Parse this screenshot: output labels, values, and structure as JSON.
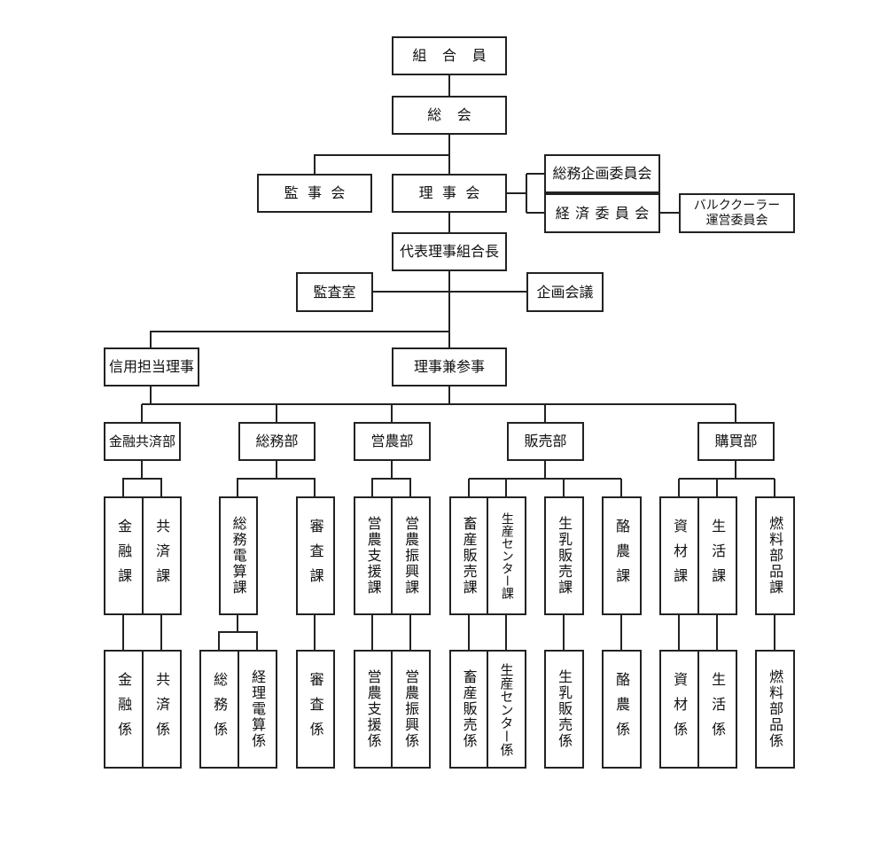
{
  "top": {
    "members": "組合員",
    "general": "総会"
  },
  "board": {
    "auditors": "監事会",
    "directors": "理事会"
  },
  "committees": {
    "planning": "総務企画委員会",
    "economic": "経済委員会",
    "bulk_cooler": [
      "バルククーラー",
      "運営委員会"
    ]
  },
  "executive": {
    "president": "代表理事組合長",
    "audit_office": "監査室",
    "planning_meeting": "企画会議",
    "credit_director": "信用担当理事",
    "managing_director": "理事兼参事"
  },
  "departments": {
    "finance": "金融共済部",
    "general_affairs": "総務部",
    "farming": "営農部",
    "sales": "販売部",
    "purchasing": "購買部"
  },
  "sections": {
    "kinyu": "金融課",
    "kyosai": "共済課",
    "somu_densan": "総務電算課",
    "shinsa": "審査課",
    "einou_shien": "営農支援課",
    "einou_shinko": "営農振興課",
    "chikusan_hanbai": "畜産販売課",
    "seisan_center": "生産センター課",
    "nyu_hanbai": "生乳販売課",
    "rakuno": "酪農課",
    "shizai": "資材課",
    "seikatsu": "生活課",
    "nenryo": "燃料部品課"
  },
  "units": {
    "kinyu": "金融係",
    "kyosai": "共済係",
    "somu": "総務係",
    "keiri_densan": "経理電算係",
    "shinsa": "審査係",
    "einou_shien": "営農支援係",
    "einou_shinko": "営農振興係",
    "chikusan_hanbai": "畜産販売係",
    "seisan_center": "生産センター係",
    "nyu_hanbai": "生乳販売係",
    "rakuno": "酪農係",
    "shizai": "資材係",
    "seikatsu": "生活係",
    "nenryo": "燃料部品係"
  }
}
